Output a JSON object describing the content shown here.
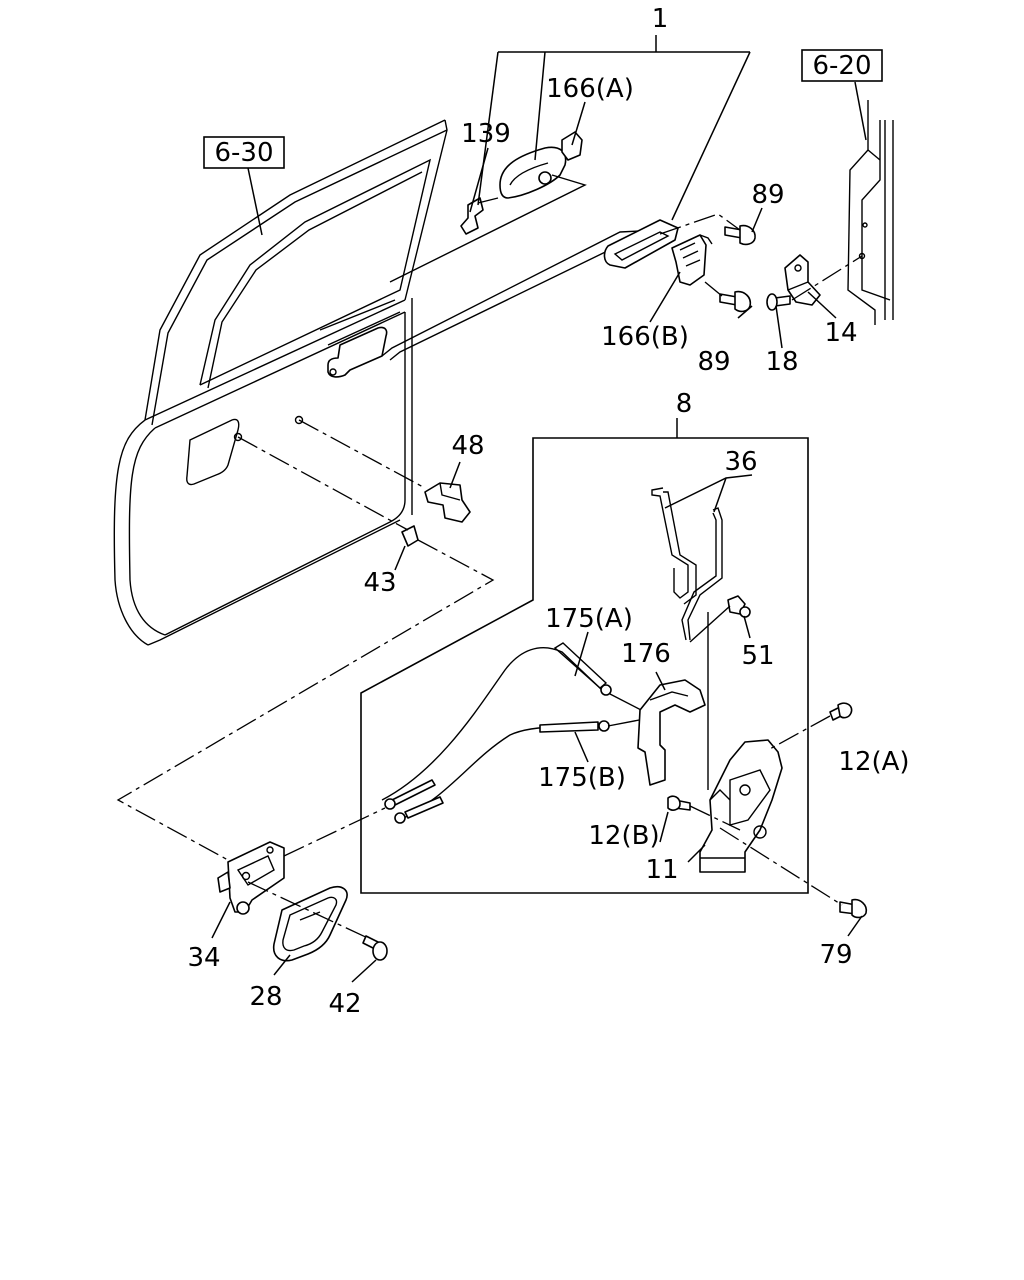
{
  "references": [
    "6-30",
    "6-20"
  ],
  "callouts": {
    "n1": "1",
    "n166a": "166(A)",
    "n139": "139",
    "n89a": "89",
    "n89b": "89",
    "n166b": "166(B)",
    "n18": "18",
    "n14": "14",
    "n8": "8",
    "n36": "36",
    "n48": "48",
    "n43": "43",
    "n51": "51",
    "n175a": "175(A)",
    "n176": "176",
    "n12a": "12(A)",
    "n175b": "175(B)",
    "n12b": "12(B)",
    "n11": "11",
    "n34": "34",
    "n79": "79",
    "n28": "28",
    "n42": "42"
  }
}
